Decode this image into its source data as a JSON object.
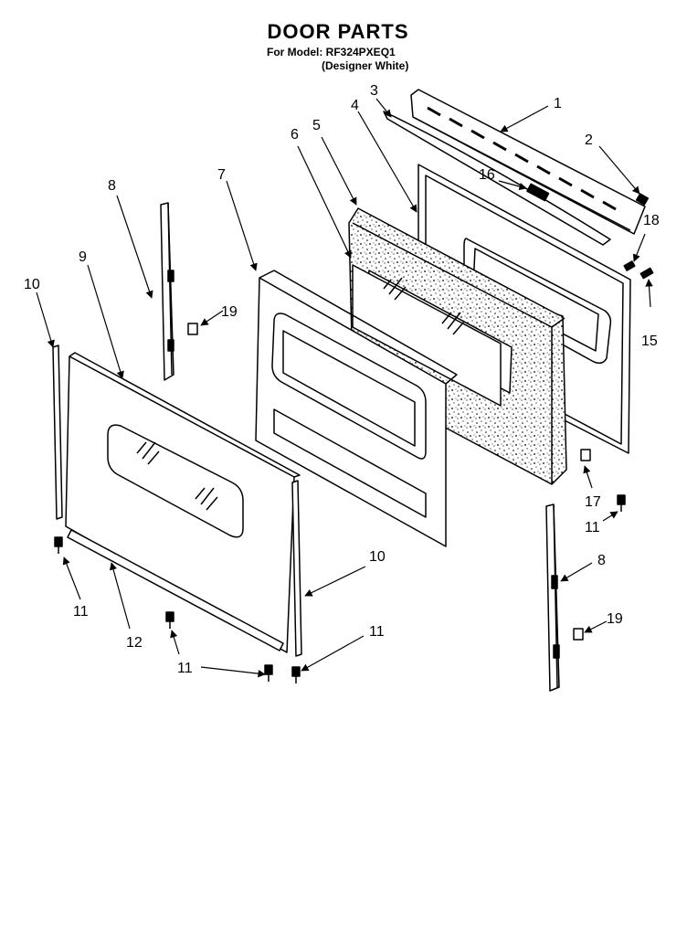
{
  "header": {
    "title": "DOOR PARTS",
    "model_line": "For Model: RF324PXEQ1",
    "variant_line": "(Designer White)"
  },
  "callouts": [
    {
      "id": "c1",
      "label": "1"
    },
    {
      "id": "c2",
      "label": "2"
    },
    {
      "id": "c3",
      "label": "3"
    },
    {
      "id": "c4",
      "label": "4"
    },
    {
      "id": "c5",
      "label": "5"
    },
    {
      "id": "c6",
      "label": "6"
    },
    {
      "id": "c7",
      "label": "7"
    },
    {
      "id": "c8a",
      "label": "8"
    },
    {
      "id": "c8b",
      "label": "8"
    },
    {
      "id": "c9",
      "label": "9"
    },
    {
      "id": "c10a",
      "label": "10"
    },
    {
      "id": "c10b",
      "label": "10"
    },
    {
      "id": "c11a",
      "label": "11"
    },
    {
      "id": "c11b",
      "label": "11"
    },
    {
      "id": "c11c",
      "label": "11"
    },
    {
      "id": "c11d",
      "label": "11"
    },
    {
      "id": "c12",
      "label": "12"
    },
    {
      "id": "c15",
      "label": "15"
    },
    {
      "id": "c16",
      "label": "16"
    },
    {
      "id": "c17",
      "label": "17"
    },
    {
      "id": "c18",
      "label": "18"
    },
    {
      "id": "c19a",
      "label": "19"
    },
    {
      "id": "c19b",
      "label": "19"
    }
  ]
}
